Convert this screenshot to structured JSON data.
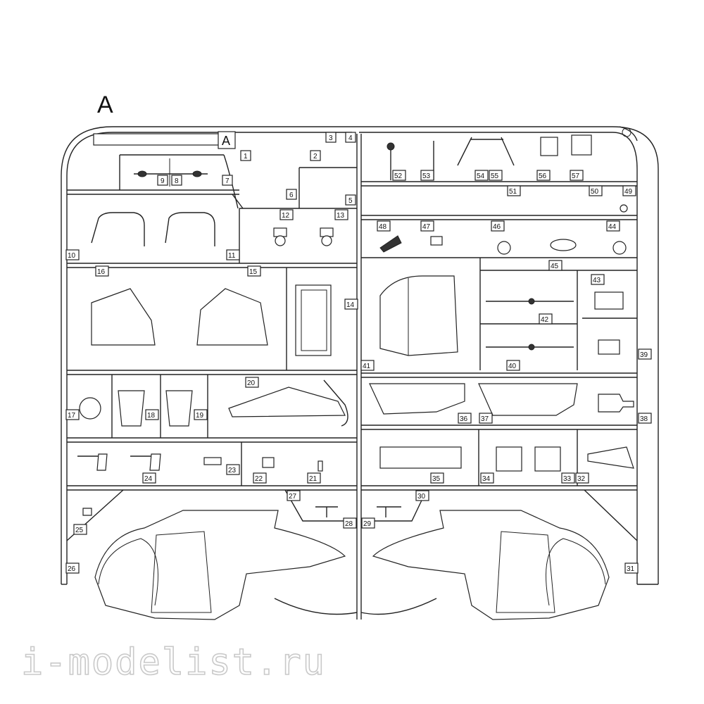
{
  "sheet": {
    "letter": "A",
    "sprue_tag": "A",
    "watermark": "i-modelist.ru"
  },
  "part_numbers": [
    "1",
    "2",
    "3",
    "4",
    "5",
    "6",
    "7",
    "8",
    "9",
    "10",
    "11",
    "12",
    "13",
    "14",
    "15",
    "16",
    "17",
    "18",
    "19",
    "20",
    "21",
    "22",
    "23",
    "24",
    "25",
    "26",
    "27",
    "28",
    "29",
    "30",
    "31",
    "32",
    "33",
    "34",
    "35",
    "36",
    "37",
    "38",
    "39",
    "40",
    "41",
    "42",
    "43",
    "44",
    "45",
    "46",
    "47",
    "48",
    "49",
    "50",
    "51",
    "52",
    "53",
    "54",
    "55",
    "56",
    "57"
  ]
}
